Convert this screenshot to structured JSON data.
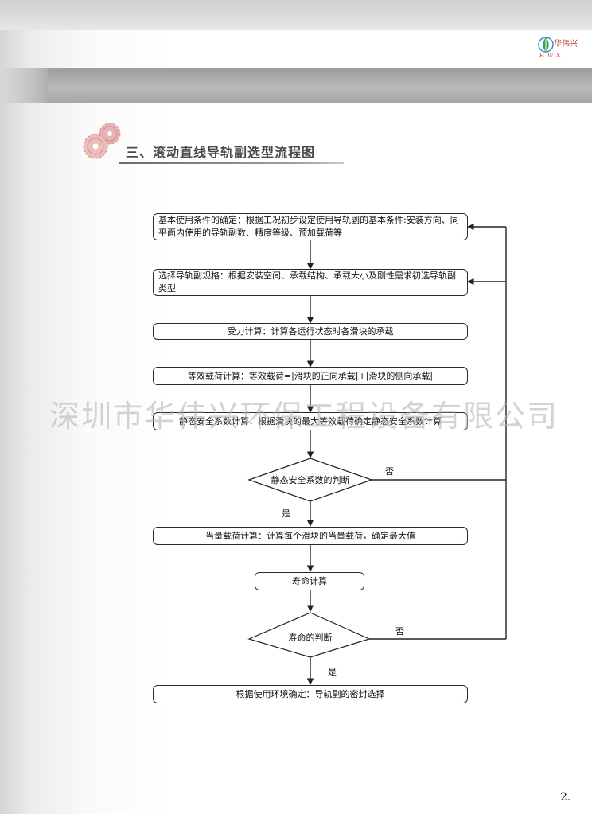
{
  "header": {
    "logo_cn": "华伟兴",
    "logo_en": "HWX",
    "section_title": "三、滚动直线导轨副选型流程图"
  },
  "flowchart": {
    "nodes": [
      {
        "id": "basic",
        "text": "基本使用条件的确定：根据工况初步设定使用导轨副的基本条件:安装方向、同平面内使用的导轨副数、精度等级、预加载荷等"
      },
      {
        "id": "spec",
        "text": "选择导轨副规格：根据安装空间、承载结构、承载大小及刚性需求初选导轨副类型"
      },
      {
        "id": "force",
        "text": "受力计算：计算各运行状态时各滑块的承载"
      },
      {
        "id": "equiv",
        "text": "等效载荷计算：等效载荷=|滑块的正向承载|+|滑块的侧向承载|"
      },
      {
        "id": "static",
        "text": "静态安全系数计算：根据滑块的最大等效载荷确定静态安全系数计算"
      },
      {
        "id": "judge_static",
        "text": "静态安全系数的判断"
      },
      {
        "id": "mean",
        "text": "当量载荷计算：计算每个滑块的当量载荷，确定最大值"
      },
      {
        "id": "life",
        "text": "寿命计算"
      },
      {
        "id": "judge_life",
        "text": "寿命的判断"
      },
      {
        "id": "seal",
        "text": "根据使用环境确定：导轨副的密封选择"
      }
    ],
    "edges": {
      "yes": "是",
      "no": "否"
    }
  },
  "watermark": "深圳市华伟兴环保工程设备有限公司",
  "page_number": "2."
}
